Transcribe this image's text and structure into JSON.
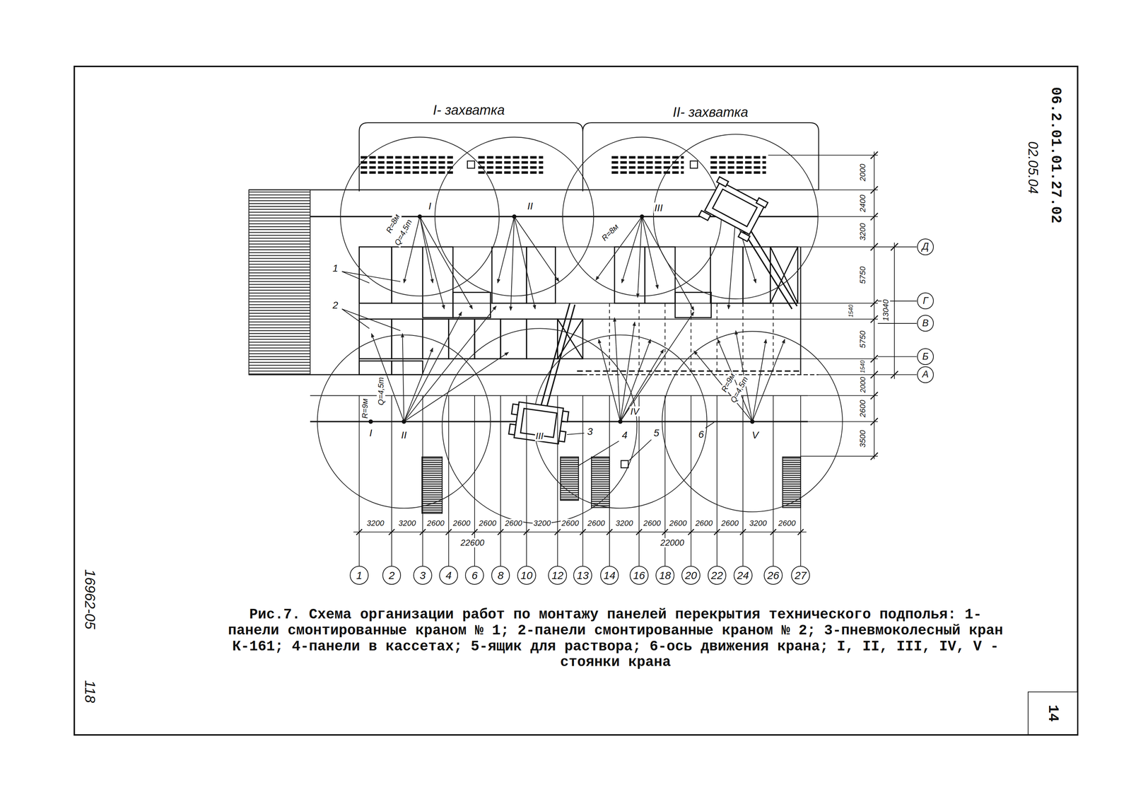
{
  "diagram": {
    "caption": "Рис.7. Схема организации работ по монтажу панелей перекрытия технического подполья: 1-панели смонтированные краном № 1; 2-панели смонтированные краном № 2; 3-пневмоколесный кран К-161; 4-панели в кассетах; 5-ящик для раствора; 6-ось движения крана; I, II, III, IV, V - стоянки крана",
    "nodes": [
      {
        "text": [
          "1"
        ]
      },
      {
        "text": [
          "2"
        ]
      },
      {
        "text": [
          "3"
        ]
      },
      {
        "text": [
          "4"
        ]
      },
      {
        "text": [
          "6"
        ]
      },
      {
        "text": [
          "8"
        ]
      },
      {
        "text": [
          "10"
        ]
      },
      {
        "text": [
          "12"
        ]
      },
      {
        "text": [
          "13"
        ]
      },
      {
        "text": [
          "14"
        ]
      },
      {
        "text": [
          "16"
        ]
      },
      {
        "text": [
          "18"
        ]
      },
      {
        "text": [
          "20"
        ]
      },
      {
        "text": [
          "22"
        ]
      },
      {
        "text": [
          "24"
        ]
      },
      {
        "text": [
          "26"
        ]
      },
      {
        "text": [
          "27"
        ]
      },
      {
        "text": [
          "Д"
        ]
      },
      {
        "text": [
          "Г"
        ]
      },
      {
        "text": [
          "В"
        ]
      },
      {
        "text": [
          "Б"
        ]
      },
      {
        "text": [
          "А"
        ]
      },
      {
        "text": [
          "14"
        ]
      }
    ],
    "labels": [
      "I- захватка",
      "II- захватка",
      "06.2.01.01.27.02",
      "02.05.04",
      "I",
      "II",
      "III",
      "R=8м",
      "Q=4,5т",
      "R=8м",
      "1",
      "2",
      "2000",
      "2400",
      "3200",
      "5750",
      "1540",
      "5750",
      "1540",
      "2000",
      "2600",
      "3500",
      "13040",
      "R=9м",
      "Q=4,5т",
      "I",
      "II",
      "III",
      "3",
      "IV",
      "4",
      "5",
      "6",
      "R=9м",
      "Q=4,5т",
      "V",
      "3200",
      "3200",
      "2600",
      "2600",
      "2600",
      "2600",
      "3200",
      "2600",
      "2600",
      "3200",
      "2600",
      "2600",
      "2600",
      "2600",
      "3200",
      "2600",
      "22600",
      "22000",
      "16962-05",
      "118"
    ]
  }
}
